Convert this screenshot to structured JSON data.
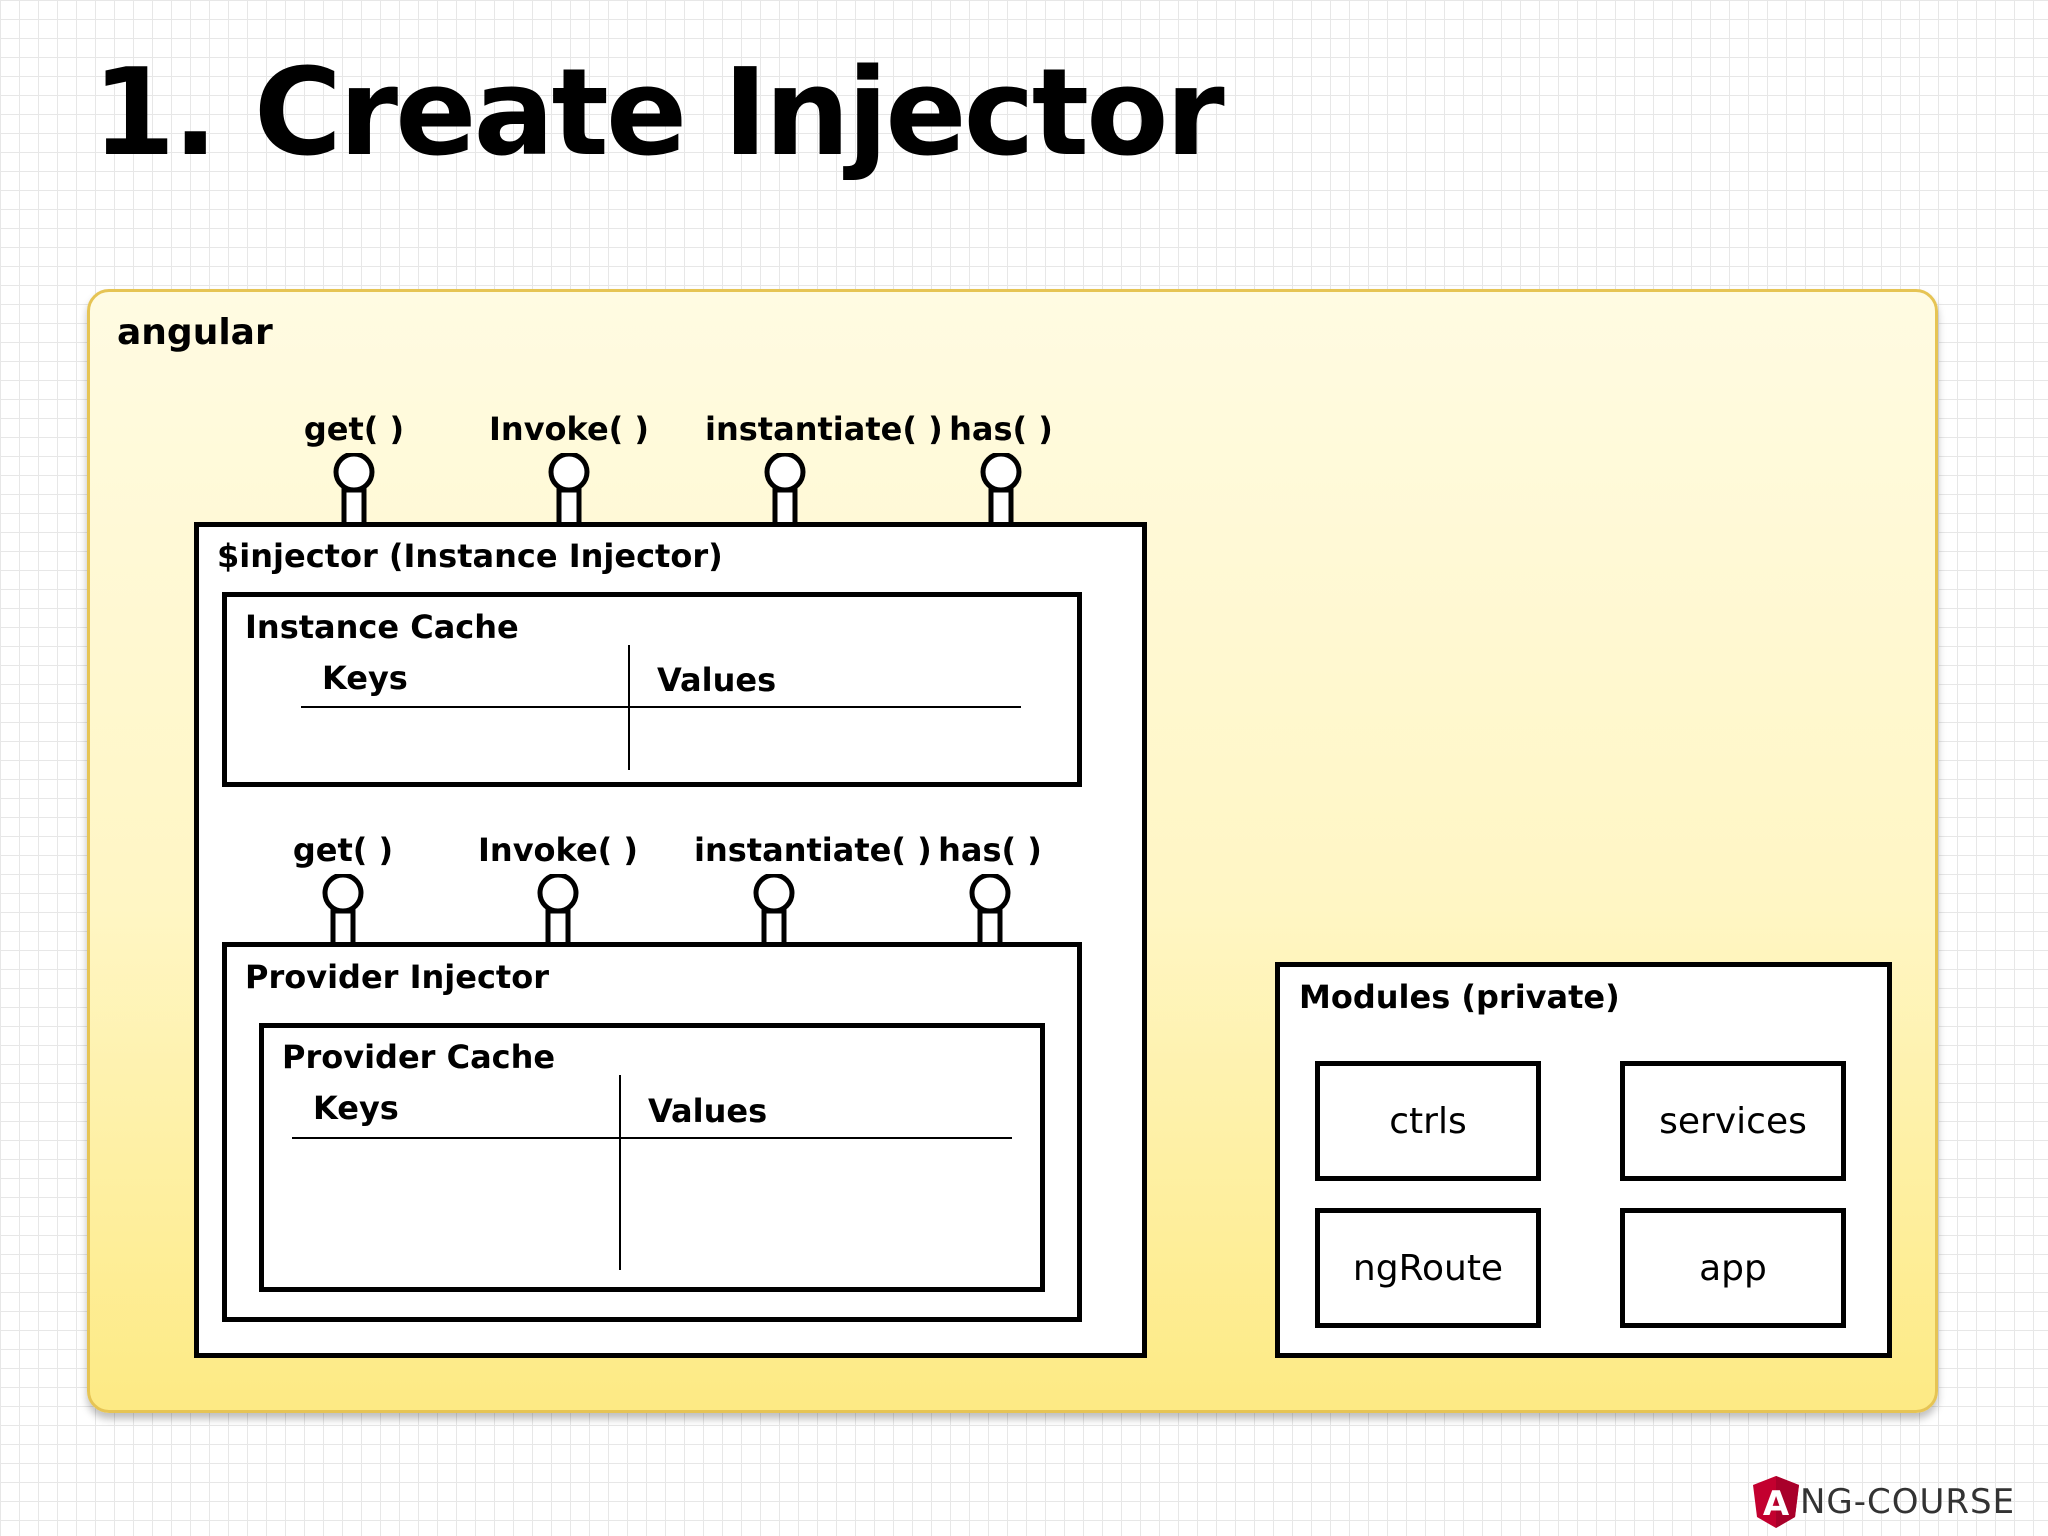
{
  "title": "1. Create Injector",
  "angular_panel": {
    "label": "angular"
  },
  "instance_injector": {
    "label": "$injector (Instance Injector)",
    "ports": [
      "get( )",
      "Invoke( )",
      "instantiate( )",
      "has( )"
    ],
    "cache": {
      "label": "Instance Cache",
      "keys_label": "Keys",
      "values_label": "Values"
    }
  },
  "provider_injector": {
    "label": "Provider Injector",
    "ports": [
      "get( )",
      "Invoke( )",
      "instantiate( )",
      "has( )"
    ],
    "cache": {
      "label": "Provider Cache",
      "keys_label": "Keys",
      "values_label": "Values"
    }
  },
  "modules": {
    "label": "Modules (private)",
    "items": [
      "ctrls",
      "services",
      "ngRoute",
      "app"
    ]
  },
  "logo": {
    "letter": "A",
    "text": "NG-COURSE"
  },
  "colors": {
    "panel_border": "#e6c454",
    "panel_bottom": "#fdea84",
    "logo_red": "#c3002f"
  }
}
